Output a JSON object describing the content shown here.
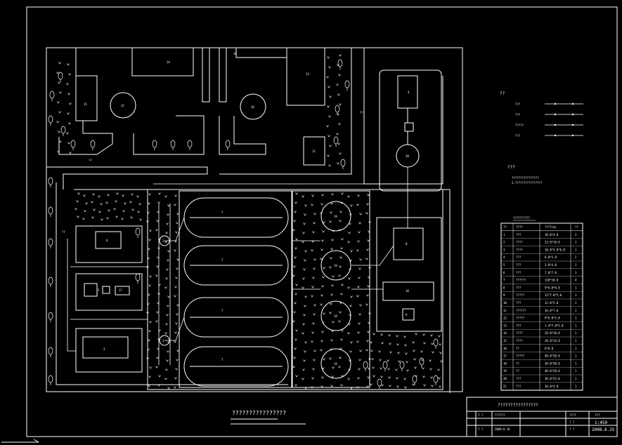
{
  "drawing": {
    "legend_title": "??",
    "legend": [
      {
        "label": "???"
      },
      {
        "label": "???"
      },
      {
        "label": "?????"
      },
      {
        "label": "???"
      }
    ],
    "note_header": "???",
    "note_line": "????????????????",
    "note_line2": "2.????????????????"
  },
  "equipment_table": {
    "title": "??????????",
    "headers": [
      "??",
      "????",
      "????(m)",
      "??"
    ],
    "rows": [
      [
        "1",
        "???",
        "10.0*4.0",
        "3"
      ],
      [
        "2",
        "????",
        "23.0*10.0",
        "1"
      ],
      [
        "3",
        "????",
        "10.0*5.0*6.0",
        "1"
      ],
      [
        "4",
        "???",
        "6.0*5.0",
        "2"
      ],
      [
        "5",
        "???",
        "3.0*4.0",
        "1"
      ],
      [
        "6",
        "???",
        "7.0*7.0",
        "1"
      ],
      [
        "7",
        "??????",
        "120*10.0",
        "4"
      ],
      [
        "8",
        "???",
        "9*6.0*6.0",
        "1"
      ],
      [
        "9",
        "?????",
        "12*7.0*5.0",
        "1"
      ],
      [
        "10",
        "???",
        "12.0*5.0",
        "1"
      ],
      [
        "11",
        "??????",
        "16.0*7.0",
        "1"
      ],
      [
        "12",
        "?????",
        "9*6.0*5.0",
        "1"
      ],
      [
        "13",
        "???",
        "1.4*7.0*5.0",
        "1"
      ],
      [
        "14",
        "????",
        "20.0*10.0",
        "1"
      ],
      [
        "15",
        "????",
        "20.0*14.0",
        "1"
      ],
      [
        "16",
        "??",
        "6*8.0",
        "1"
      ],
      [
        "17",
        "?????",
        "40.0*30.0",
        "1"
      ],
      [
        "18",
        "??",
        "30.0*30.0",
        "1"
      ],
      [
        "19",
        "??",
        "40.0*20.0",
        "1"
      ],
      [
        "20",
        "???",
        "30.0*25.0",
        "1"
      ],
      [
        "21",
        "???",
        "30.0*4.0",
        "1"
      ]
    ]
  },
  "caption": "????????????????",
  "title_block": {
    "title": "????????????????",
    "designer_role": "? ?",
    "designer": "??????",
    "checker_role": "? ?",
    "date_left": "2009.6.16",
    "drawing_no_label": "????",
    "drawing_no": "???",
    "scale_label": "? ?",
    "scale": "1:450",
    "date_label": "? ?",
    "date": "2008.6.25"
  },
  "zones": {
    "top_left_bldg": "15",
    "top_mid_bldg": "14",
    "top_right_bldg": "13",
    "top_center": "18",
    "round_left": "12",
    "round_mid": "16",
    "small_bldg": "11",
    "r_pump": "4",
    "r_circle": "20",
    "r_square": "8",
    "r_long": "10",
    "r_box": "9",
    "left_box1": "6",
    "left_box2": "5",
    "left_box3": "3",
    "dist1": "2",
    "dist2": "1",
    "tank_label": "7",
    "clar": "19",
    "aux": "17",
    "left_note": "??",
    "top_note": "??"
  }
}
